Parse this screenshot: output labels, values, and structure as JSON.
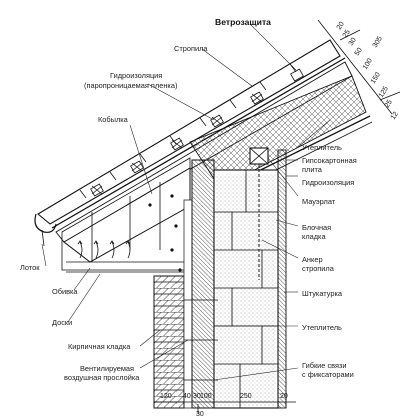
{
  "labels": {
    "windproof": "Ветрозащита",
    "rafter": "Стропила",
    "waterproof_l1": "Гидроизоляция",
    "waterproof_l2": "(паропроницаемая пленка)",
    "rafter_foot": "Кобылка",
    "insulation_top": "Утеплитель",
    "gypsum_l1": "Гипсокартонная",
    "gypsum_l2": "плита",
    "waterproofing": "Гидроизоляция",
    "mauerlat": "Мауэрлат",
    "block_l1": "Блочная",
    "block_l2": "кладка",
    "anchor_l1": "Анкер",
    "anchor_l2": "стропила",
    "plaster": "Штукатурка",
    "insulation_wall": "Утеплитель",
    "ties_l1": "Гибкие связи",
    "ties_l2": "с фиксаторами",
    "gutter": "Лоток",
    "soffit": "Обивка",
    "boards": "Доски",
    "brick": "Кирпичная кладка",
    "vent_l1": "Вентилируемая",
    "vent_l2": "воздушная прослойка"
  },
  "roof_dims": [
    "20",
    "25",
    "30",
    "50",
    "100",
    "150",
    "125",
    "25",
    "305",
    "12"
  ],
  "bottom_dims": [
    "120",
    "40",
    "30",
    "100",
    "250",
    "20",
    "30"
  ],
  "colors": {
    "line": "#111111",
    "hatch": "#444444",
    "paper": "#ffffff"
  }
}
